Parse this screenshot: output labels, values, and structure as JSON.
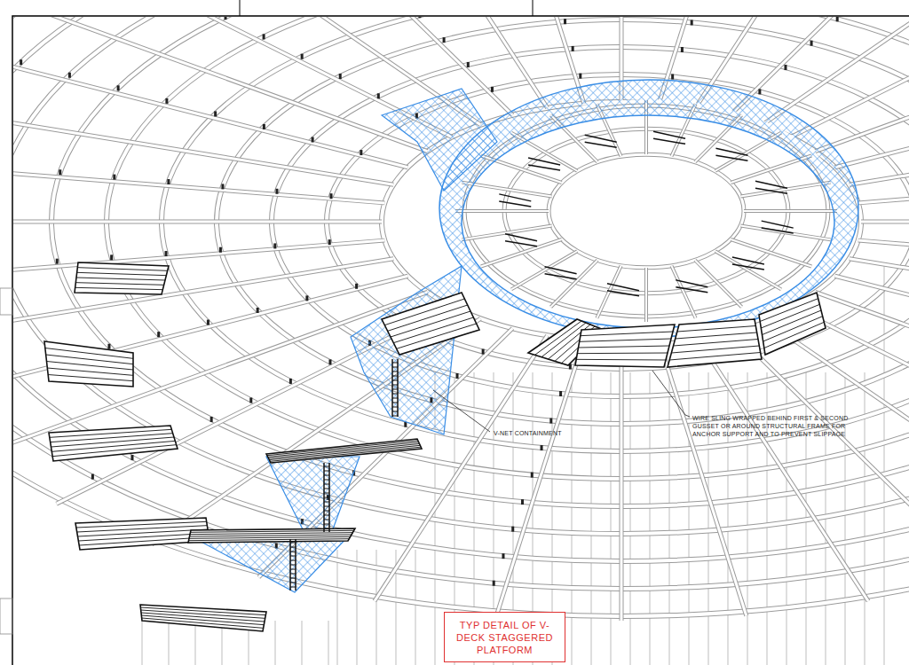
{
  "diagram": {
    "nodes": [
      {
        "text": [
          "TYP DETAIL OF V-DECK STAGGERED PLATFORM"
        ]
      }
    ],
    "labels": [
      "V-NET CONTAINMENT",
      "WIRE SLING WRAPPED BEHIND FIRST & SECOND GUSSET OR AROUND STRUCTURAL FRAME FOR ANCHOR SUPPORT AND TO PREVENT SLIPPAGE"
    ]
  }
}
